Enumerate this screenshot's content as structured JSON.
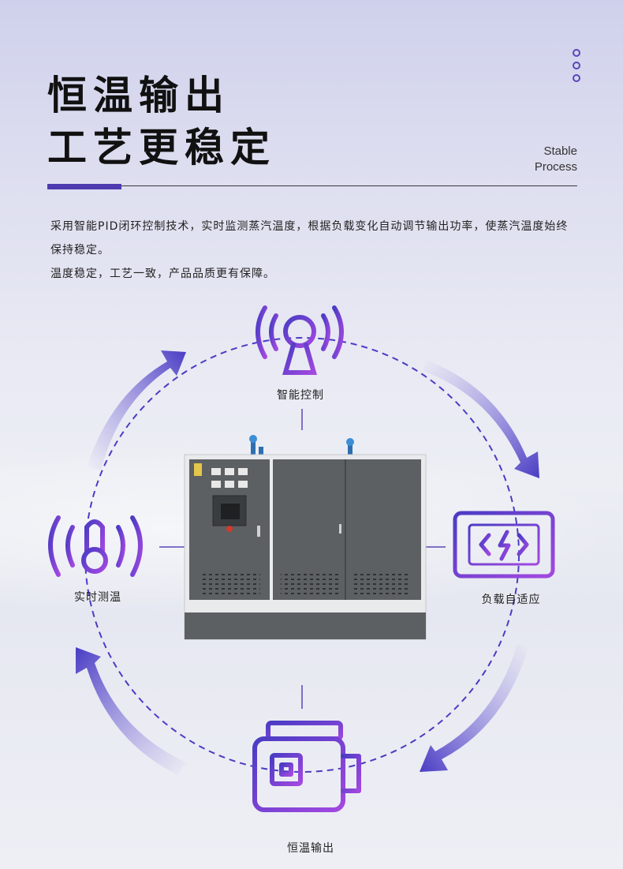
{
  "header": {
    "title_line1": "恒温输出",
    "title_line2": "工艺更稳定",
    "en_line1": "Stable",
    "en_line2": "Process"
  },
  "description": {
    "paragraph1": "采用智能PID闭环控制技术，实时监测蒸汽温度，根据负载变化自动调节输出功率，使蒸汽温度始终保持稳定。",
    "paragraph2": "温度稳定，工艺一致，产品品质更有保障。"
  },
  "features": {
    "top": "智能控制",
    "right": "负载自适应",
    "bottom": "恒温输出",
    "left": "实时测温"
  },
  "colors": {
    "accent": "#4f3bb0",
    "icon_gradient_start": "#4a3cc4",
    "icon_gradient_end": "#a348e0",
    "machine_body": "#5d6063",
    "machine_frame": "#e9eaec"
  },
  "icons": [
    "stable-dots-icon",
    "keyhole-signal-icon",
    "monitor-code-icon",
    "motor-icon",
    "thermometer-signal-icon",
    "cycle-arrow-icon"
  ]
}
